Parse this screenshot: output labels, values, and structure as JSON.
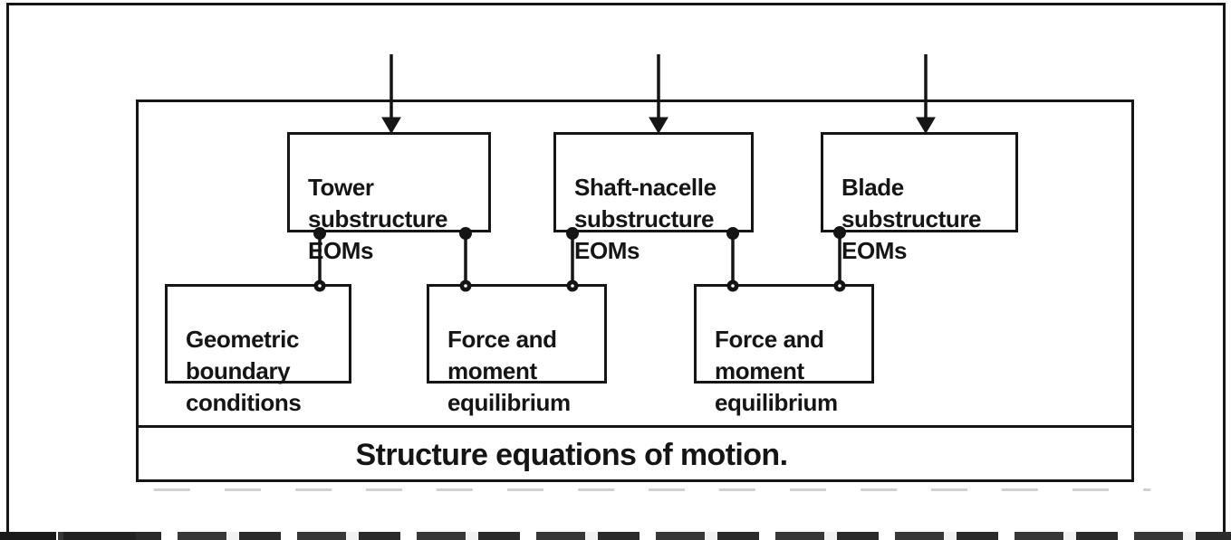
{
  "figure": {
    "caption": "Structure equations of motion.",
    "substructure_boxes": [
      {
        "label": "Tower\nsubstructure\nEOMs"
      },
      {
        "label": "Shaft-nacelle\nsubstructure\nEOMs"
      },
      {
        "label": "Blade\nsubstructure\nEOMs"
      }
    ],
    "constraint_boxes": [
      {
        "label": "Geometric\nboundary\nconditions"
      },
      {
        "label": "Force and\nmoment\nequilibrium"
      },
      {
        "label": "Force and\nmoment\nequilibrium"
      }
    ],
    "icons": {
      "input_arrow": "↓",
      "junction_dot": "●"
    },
    "colors": {
      "ink": "#151515",
      "paper": "#ffffff"
    }
  }
}
